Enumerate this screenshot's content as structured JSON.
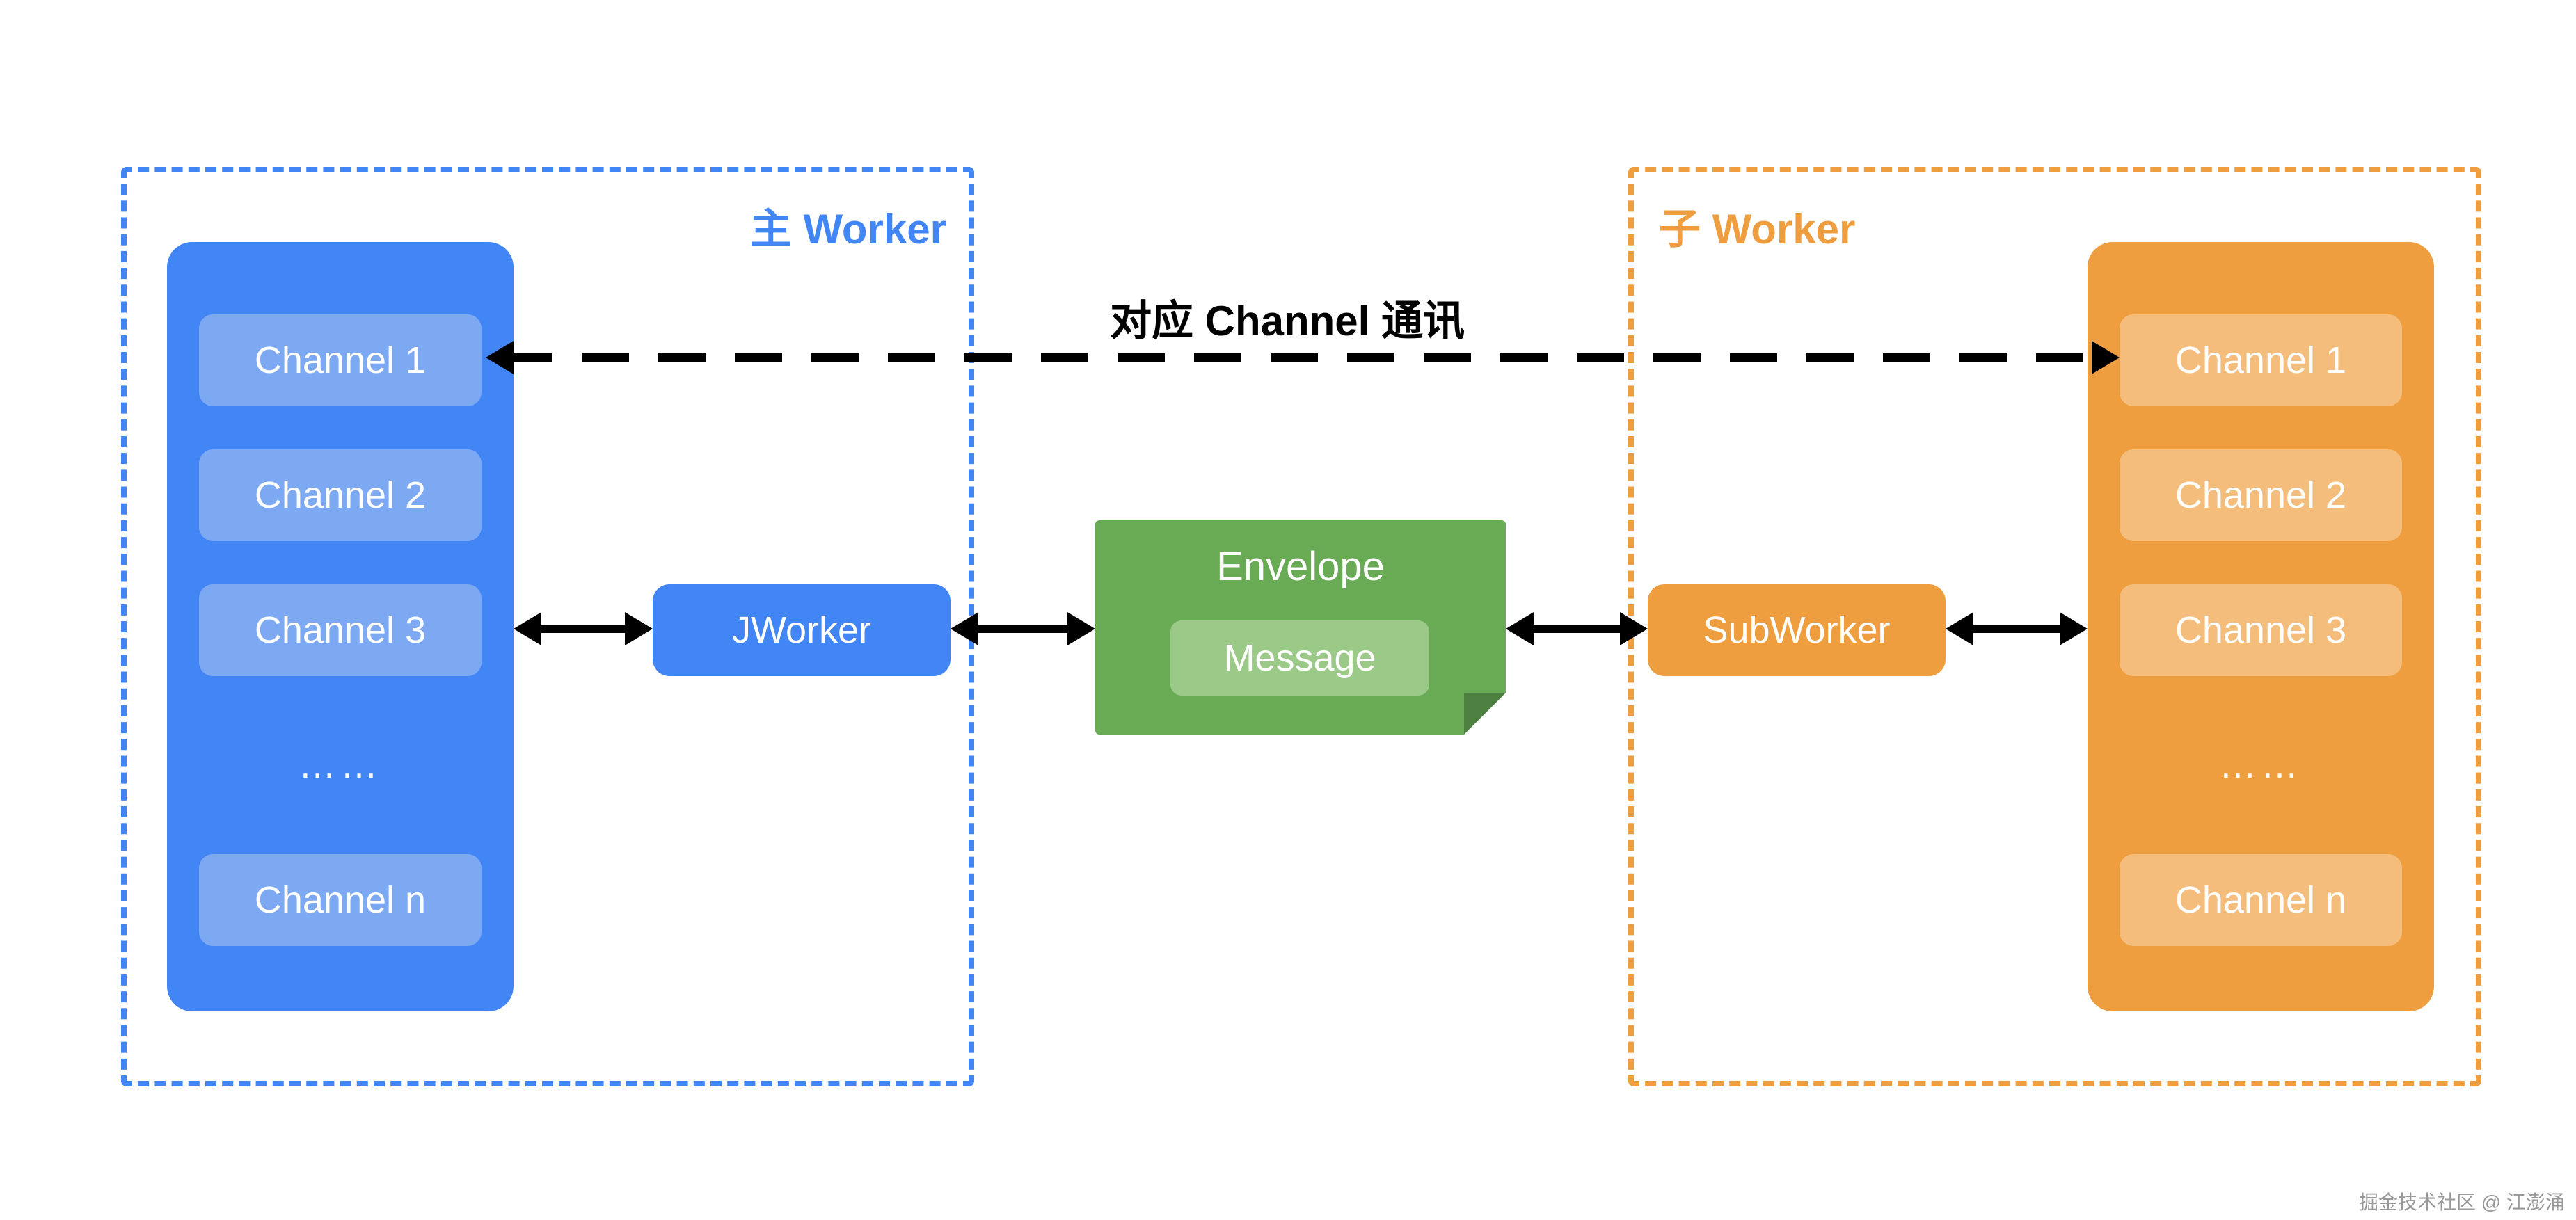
{
  "colors": {
    "blue_primary": "#4285F4",
    "blue_light": "#7DA8F2",
    "orange_primary": "#EE9D3F",
    "orange_light": "#F4BD7B",
    "green_primary": "#69AA55",
    "green_light": "#9BC987",
    "green_fold": "#4D8040",
    "arrow_color": "#000000",
    "watermark_color": "#999999"
  },
  "main_worker": {
    "title": "主 Worker",
    "channels": [
      "Channel 1",
      "Channel 2",
      "Channel 3",
      "……",
      "Channel n"
    ],
    "node_label": "JWorker"
  },
  "sub_worker": {
    "title": "子 Worker",
    "channels": [
      "Channel 1",
      "Channel 2",
      "Channel 3",
      "……",
      "Channel n"
    ],
    "node_label": "SubWorker"
  },
  "envelope": {
    "title": "Envelope",
    "message": "Message"
  },
  "annotations": {
    "channel_comm_label": "对应 Channel 通讯",
    "watermark": "掘金技术社区 @ 江澎涌"
  }
}
